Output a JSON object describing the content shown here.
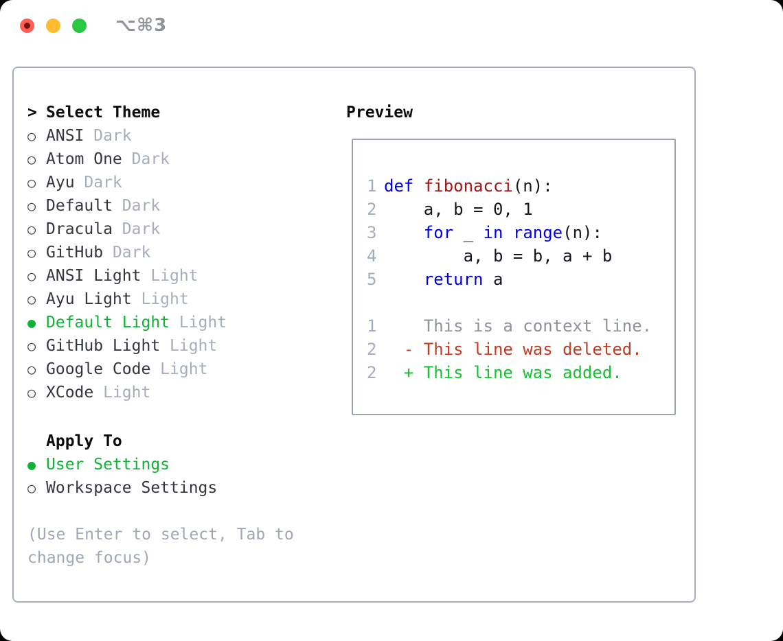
{
  "window": {
    "shortcut": "⌥⌘3",
    "traffic_lights": [
      {
        "name": "close",
        "color": "#ff5f57"
      },
      {
        "name": "minimize",
        "color": "#febc2e"
      },
      {
        "name": "zoom",
        "color": "#28c840"
      }
    ]
  },
  "theme_picker": {
    "title": "Select Theme",
    "title_marker": ">",
    "unselected_marker": "○",
    "selected_marker": "●",
    "items": [
      {
        "name": "ANSI",
        "variant": "Dark",
        "selected": false
      },
      {
        "name": "Atom One",
        "variant": "Dark",
        "selected": false
      },
      {
        "name": "Ayu",
        "variant": "Dark",
        "selected": false
      },
      {
        "name": "Default",
        "variant": "Dark",
        "selected": false
      },
      {
        "name": "Dracula",
        "variant": "Dark",
        "selected": false
      },
      {
        "name": "GitHub",
        "variant": "Dark",
        "selected": false
      },
      {
        "name": "ANSI Light",
        "variant": "Light",
        "selected": false
      },
      {
        "name": "Ayu Light",
        "variant": "Light",
        "selected": false
      },
      {
        "name": "Default Light",
        "variant": "Light",
        "selected": true
      },
      {
        "name": "GitHub Light",
        "variant": "Light",
        "selected": false
      },
      {
        "name": "Google Code",
        "variant": "Light",
        "selected": false
      },
      {
        "name": "XCode",
        "variant": "Light",
        "selected": false
      }
    ]
  },
  "apply_to": {
    "title": "Apply To",
    "options": [
      {
        "label": "User Settings",
        "selected": true
      },
      {
        "label": "Workspace Settings",
        "selected": false
      }
    ]
  },
  "help_text": "(Use Enter to select, Tab to change focus)",
  "preview": {
    "title": "Preview",
    "code_lines": [
      {
        "num": "1",
        "tokens": [
          {
            "t": "def",
            "c": "keyword"
          },
          {
            "t": " ",
            "c": "plain"
          },
          {
            "t": "fibonacci",
            "c": "function"
          },
          {
            "t": "(n):",
            "c": "plain"
          }
        ]
      },
      {
        "num": "2",
        "tokens": [
          {
            "t": "    a, b = 0, 1",
            "c": "plain"
          }
        ]
      },
      {
        "num": "3",
        "tokens": [
          {
            "t": "    ",
            "c": "plain"
          },
          {
            "t": "for",
            "c": "keyword"
          },
          {
            "t": " _ ",
            "c": "plain"
          },
          {
            "t": "in",
            "c": "keyword"
          },
          {
            "t": " ",
            "c": "plain"
          },
          {
            "t": "range",
            "c": "keyword"
          },
          {
            "t": "(n):",
            "c": "plain"
          }
        ]
      },
      {
        "num": "4",
        "tokens": [
          {
            "t": "        a, b = b, a + b",
            "c": "plain"
          }
        ]
      },
      {
        "num": "5",
        "tokens": [
          {
            "t": "    ",
            "c": "plain"
          },
          {
            "t": "return",
            "c": "keyword"
          },
          {
            "t": " a",
            "c": "plain"
          }
        ]
      },
      {
        "num": "",
        "tokens": []
      },
      {
        "num": "1",
        "tokens": [
          {
            "t": "    This is a context line.",
            "c": "context"
          }
        ]
      },
      {
        "num": "2",
        "tokens": [
          {
            "t": "  - This line was deleted.",
            "c": "deleted"
          }
        ]
      },
      {
        "num": "2",
        "tokens": [
          {
            "t": "  + This line was added.",
            "c": "added"
          }
        ]
      }
    ]
  },
  "colors": {
    "keyword": "#0000ee",
    "function": "#a31515",
    "plain": "#15171c",
    "context": "#8d929b",
    "deleted": "#c33a21",
    "added": "#15c02e",
    "selected": "#10b236",
    "item": "#33363d",
    "variant": "#a6aebc",
    "gutter": "#a3adbd",
    "help": "#9fa8b6",
    "close": "#ff5f57",
    "min": "#febc2e",
    "zoomlight": "#28c840"
  }
}
